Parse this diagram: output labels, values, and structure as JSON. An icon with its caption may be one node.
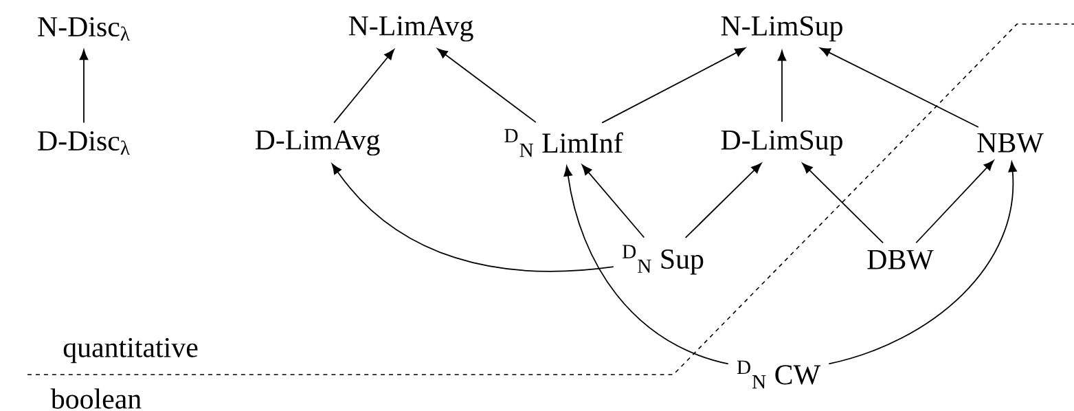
{
  "diagram": {
    "nodes": [
      {
        "text": [
          "N-Disc$_{λ}$"
        ]
      },
      {
        "text": [
          "D-Disc$_{λ}$"
        ]
      },
      {
        "text": [
          "N-LimAvg"
        ]
      },
      {
        "text": [
          "N-LimSup"
        ]
      },
      {
        "text": [
          "D-LimAvg"
        ]
      },
      {
        "text": [
          "$^{D}$$_{N}$ LimInf"
        ]
      },
      {
        "text": [
          "D-LimSup"
        ]
      },
      {
        "text": [
          "NBW"
        ]
      },
      {
        "text": [
          "$^{D}$$_{N}$ Sup"
        ]
      },
      {
        "text": [
          "DBW"
        ]
      },
      {
        "text": [
          "$^{D}$$_{N}$ CW"
        ]
      }
    ],
    "edges": [
      {
        "from": 1,
        "to": 0,
        "arrow": "to"
      },
      {
        "from": 4,
        "to": 2,
        "arrow": "to"
      },
      {
        "from": 5,
        "to": 2,
        "arrow": "to"
      },
      {
        "from": 5,
        "to": 3,
        "arrow": "to"
      },
      {
        "from": 6,
        "to": 3,
        "arrow": "to"
      },
      {
        "from": 7,
        "to": 3,
        "arrow": "to"
      },
      {
        "from": 8,
        "to": 4,
        "arrow": "to"
      },
      {
        "from": 8,
        "to": 5,
        "arrow": "to"
      },
      {
        "from": 8,
        "to": 6,
        "arrow": "to"
      },
      {
        "from": 9,
        "to": 6,
        "arrow": "to"
      },
      {
        "from": 9,
        "to": 7,
        "arrow": "to"
      },
      {
        "from": 10,
        "to": 5,
        "arrow": "to"
      },
      {
        "from": 10,
        "to": 7,
        "arrow": "to"
      }
    ],
    "labels": [
      "quantitative",
      "boolean"
    ]
  }
}
